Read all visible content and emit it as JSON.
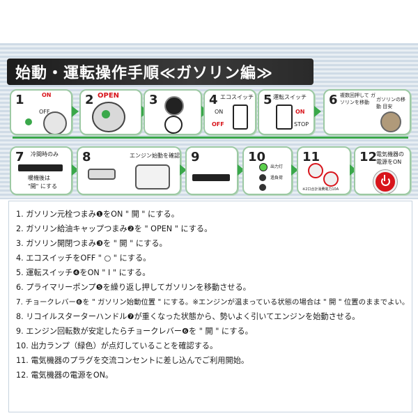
{
  "title": "始動・運転操作手順≪ガソリン編≫",
  "steps": [
    {
      "num": "1",
      "labels": {
        "on": "ON",
        "off": "OFF"
      }
    },
    {
      "num": "2",
      "labels": {
        "open": "OPEN"
      }
    },
    {
      "num": "3",
      "labels": {}
    },
    {
      "num": "4",
      "labels": {
        "eco": "エコスイッチ",
        "on": "ON",
        "off": "OFF"
      }
    },
    {
      "num": "5",
      "labels": {
        "run": "運転スイッチ",
        "on": "ON",
        "stop": "STOP"
      }
    },
    {
      "num": "6",
      "labels": {
        "pump": "複数回押して ガソリンを移動",
        "pump_b": "ガソリンの移動 目安"
      }
    },
    {
      "num": "7",
      "labels": {
        "cold": "冷間時のみ",
        "warm": "暖機後は",
        "warm2": "\"開\" にする"
      }
    },
    {
      "num": "8",
      "labels": {
        "check": "エンジン始動を確認"
      }
    },
    {
      "num": "9",
      "labels": {}
    },
    {
      "num": "10",
      "labels": {
        "output": "出力灯",
        "overload": "過負荷",
        "oil": ""
      }
    },
    {
      "num": "11",
      "labels": {
        "note": "※2口合計消費電力10A"
      }
    },
    {
      "num": "12",
      "labels": {
        "power": "電気機器の 電源をON"
      }
    }
  ],
  "instructions": [
    "1. ガソリン元栓つまみ❶をON \" 開 \" にする。",
    "2. ガソリン給油キャップつまみ❷を \" OPEN \" にする。",
    "3. ガソリン開閉つまみ❸を \" 開 \" にする。",
    "4. エコスイッチをOFF \" ○ \" にする。",
    "5. 運転スイッチ❹をON \" I \" にする。",
    "6. プライマリーポンプ❺を繰り返し押してガソリンを移動させる。",
    "7. チョークレバー❻を \" ガソリン始動位置 \" にする。※エンジンが温まっている状態の場合は \" 開 \" 位置のままでよい。",
    "8. リコイルスターターハンドル❼が重くなった状態から、勢いよく引いてエンジンを始動させる。",
    "9. エンジン回転数が安定したらチョークレバー❻を \" 開 \" にする。",
    "10. 出力ランプ（緑色）が点灯していることを確認する。",
    "11. 電気機器のプラグを交流コンセントに差し込んでご利用開始。",
    "12. 電気機器の電源をON。"
  ],
  "colors": {
    "accent_green": "#3aa84a",
    "accent_red": "#d8141b",
    "step_border": "#9cc9a3"
  }
}
